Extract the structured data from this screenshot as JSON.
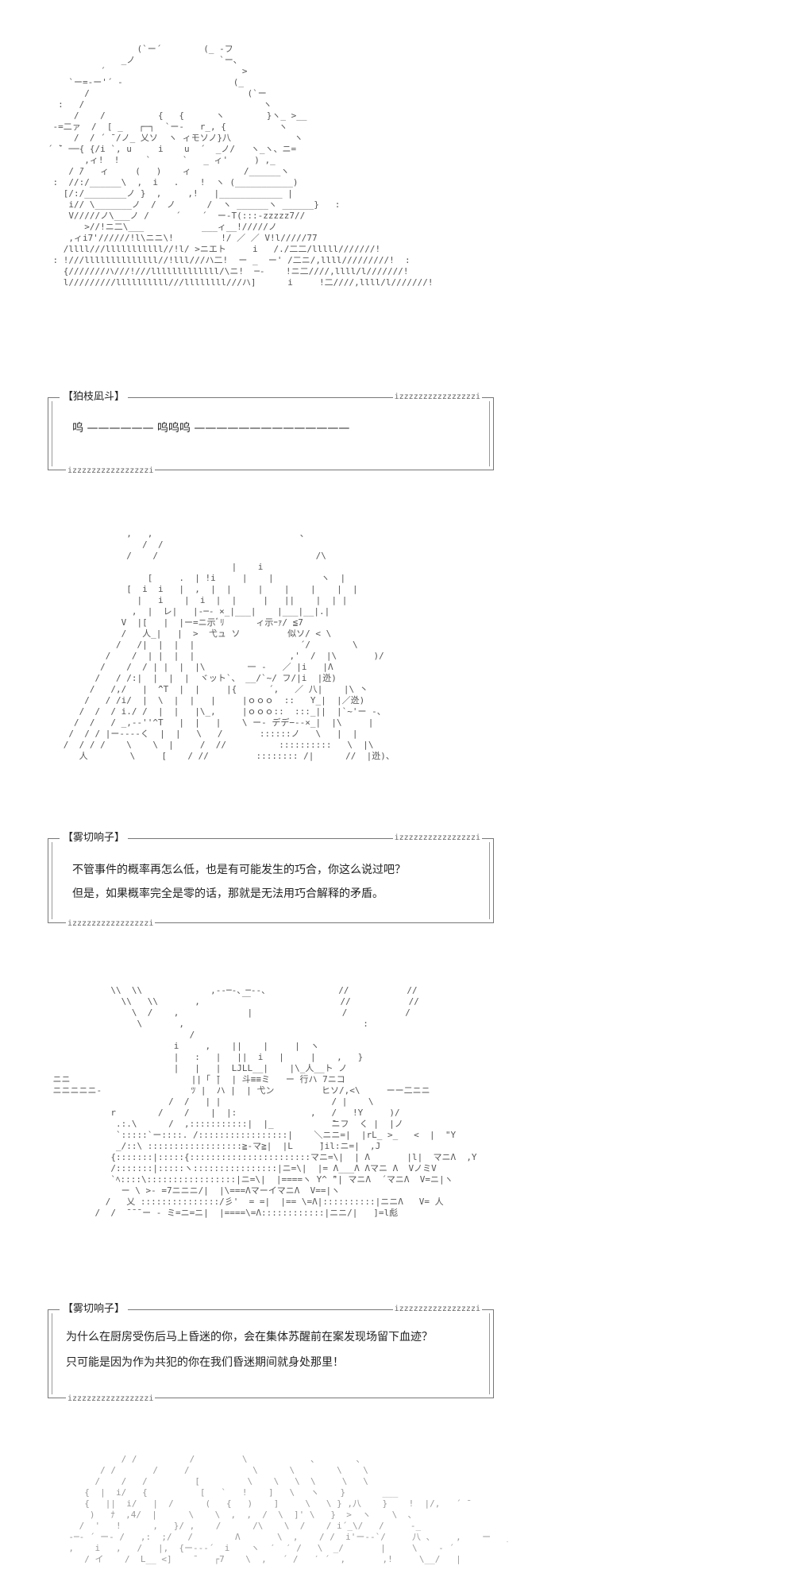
{
  "panels": [
    {
      "speaker": "【狛枝凪斗】",
      "tag": "izzzzzzzzzzzzzzzzi",
      "lines": [
        "呜 —————— 呜呜呜 ——————————————"
      ]
    },
    {
      "speaker": "【雾切响子】",
      "tag": "izzzzzzzzzzzzzzzzi",
      "lines": [
        "不管事件的概率再怎么低，也是有可能发生的巧合，你这么说过吧？",
        "但是，如果概率完全是零的话，那就是无法用巧合解释的矛盾。"
      ]
    },
    {
      "speaker": "【雾切响子】",
      "tag": "izzzzzzzzzzzzzzzzi",
      "lines": [
        "为什么在厨房受伤后马上昏迷的你，会在集体苏醒前在案发现场留下血迹？",
        "只可能是因为作为共犯的你在我们昏迷期间就身处那里！"
      ]
    }
  ]
}
